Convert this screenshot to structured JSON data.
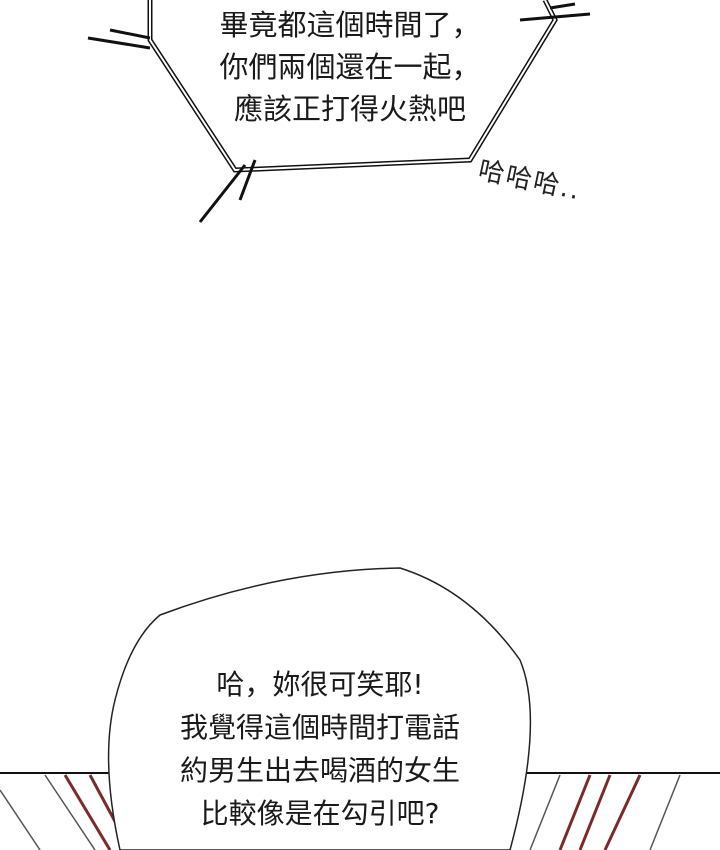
{
  "panel_top": {
    "speech_lines": [
      "畢竟都這個時間了，",
      "你們兩個還在一起，",
      "應該正打得火熱吧"
    ],
    "sound_effect": "哈哈哈..",
    "bubble_style": "jagged-phone"
  },
  "panel_bottom": {
    "speech_lines": [
      "哈，妳很可笑耶!",
      "我覺得這個時間打電話",
      "約男生出去喝酒的女生",
      "比較像是在勾引吧?"
    ],
    "line_color": "#7a2a2a"
  }
}
